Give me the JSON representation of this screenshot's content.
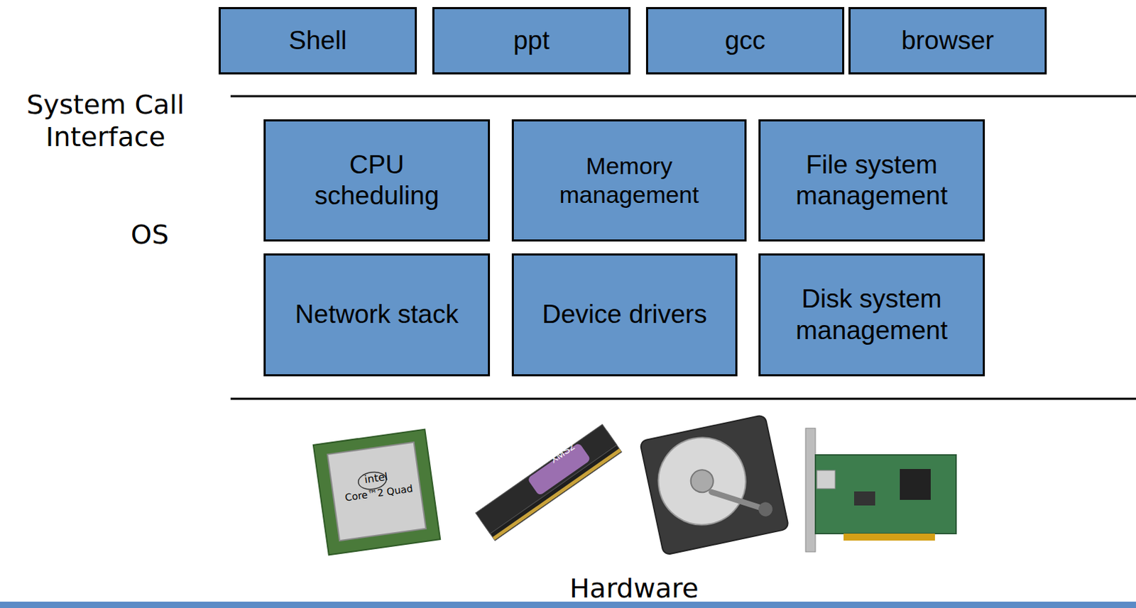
{
  "diagram": {
    "nodes": [
      {
        "text": [
          "Shell"
        ]
      },
      {
        "text": [
          "ppt"
        ]
      },
      {
        "text": [
          "gcc"
        ]
      },
      {
        "text": [
          "browser"
        ]
      },
      {
        "text": [
          "CPU scheduling"
        ]
      },
      {
        "text": [
          "Memory management"
        ]
      },
      {
        "text": [
          "File system management"
        ]
      },
      {
        "text": [
          "Network stack"
        ]
      },
      {
        "text": [
          "Device drivers"
        ]
      },
      {
        "text": [
          "Disk system management"
        ]
      }
    ],
    "labels": [
      "System Call Interface",
      "OS",
      "Hardware",
      "intel",
      "Core™2 Quad",
      "XMS2"
    ]
  }
}
